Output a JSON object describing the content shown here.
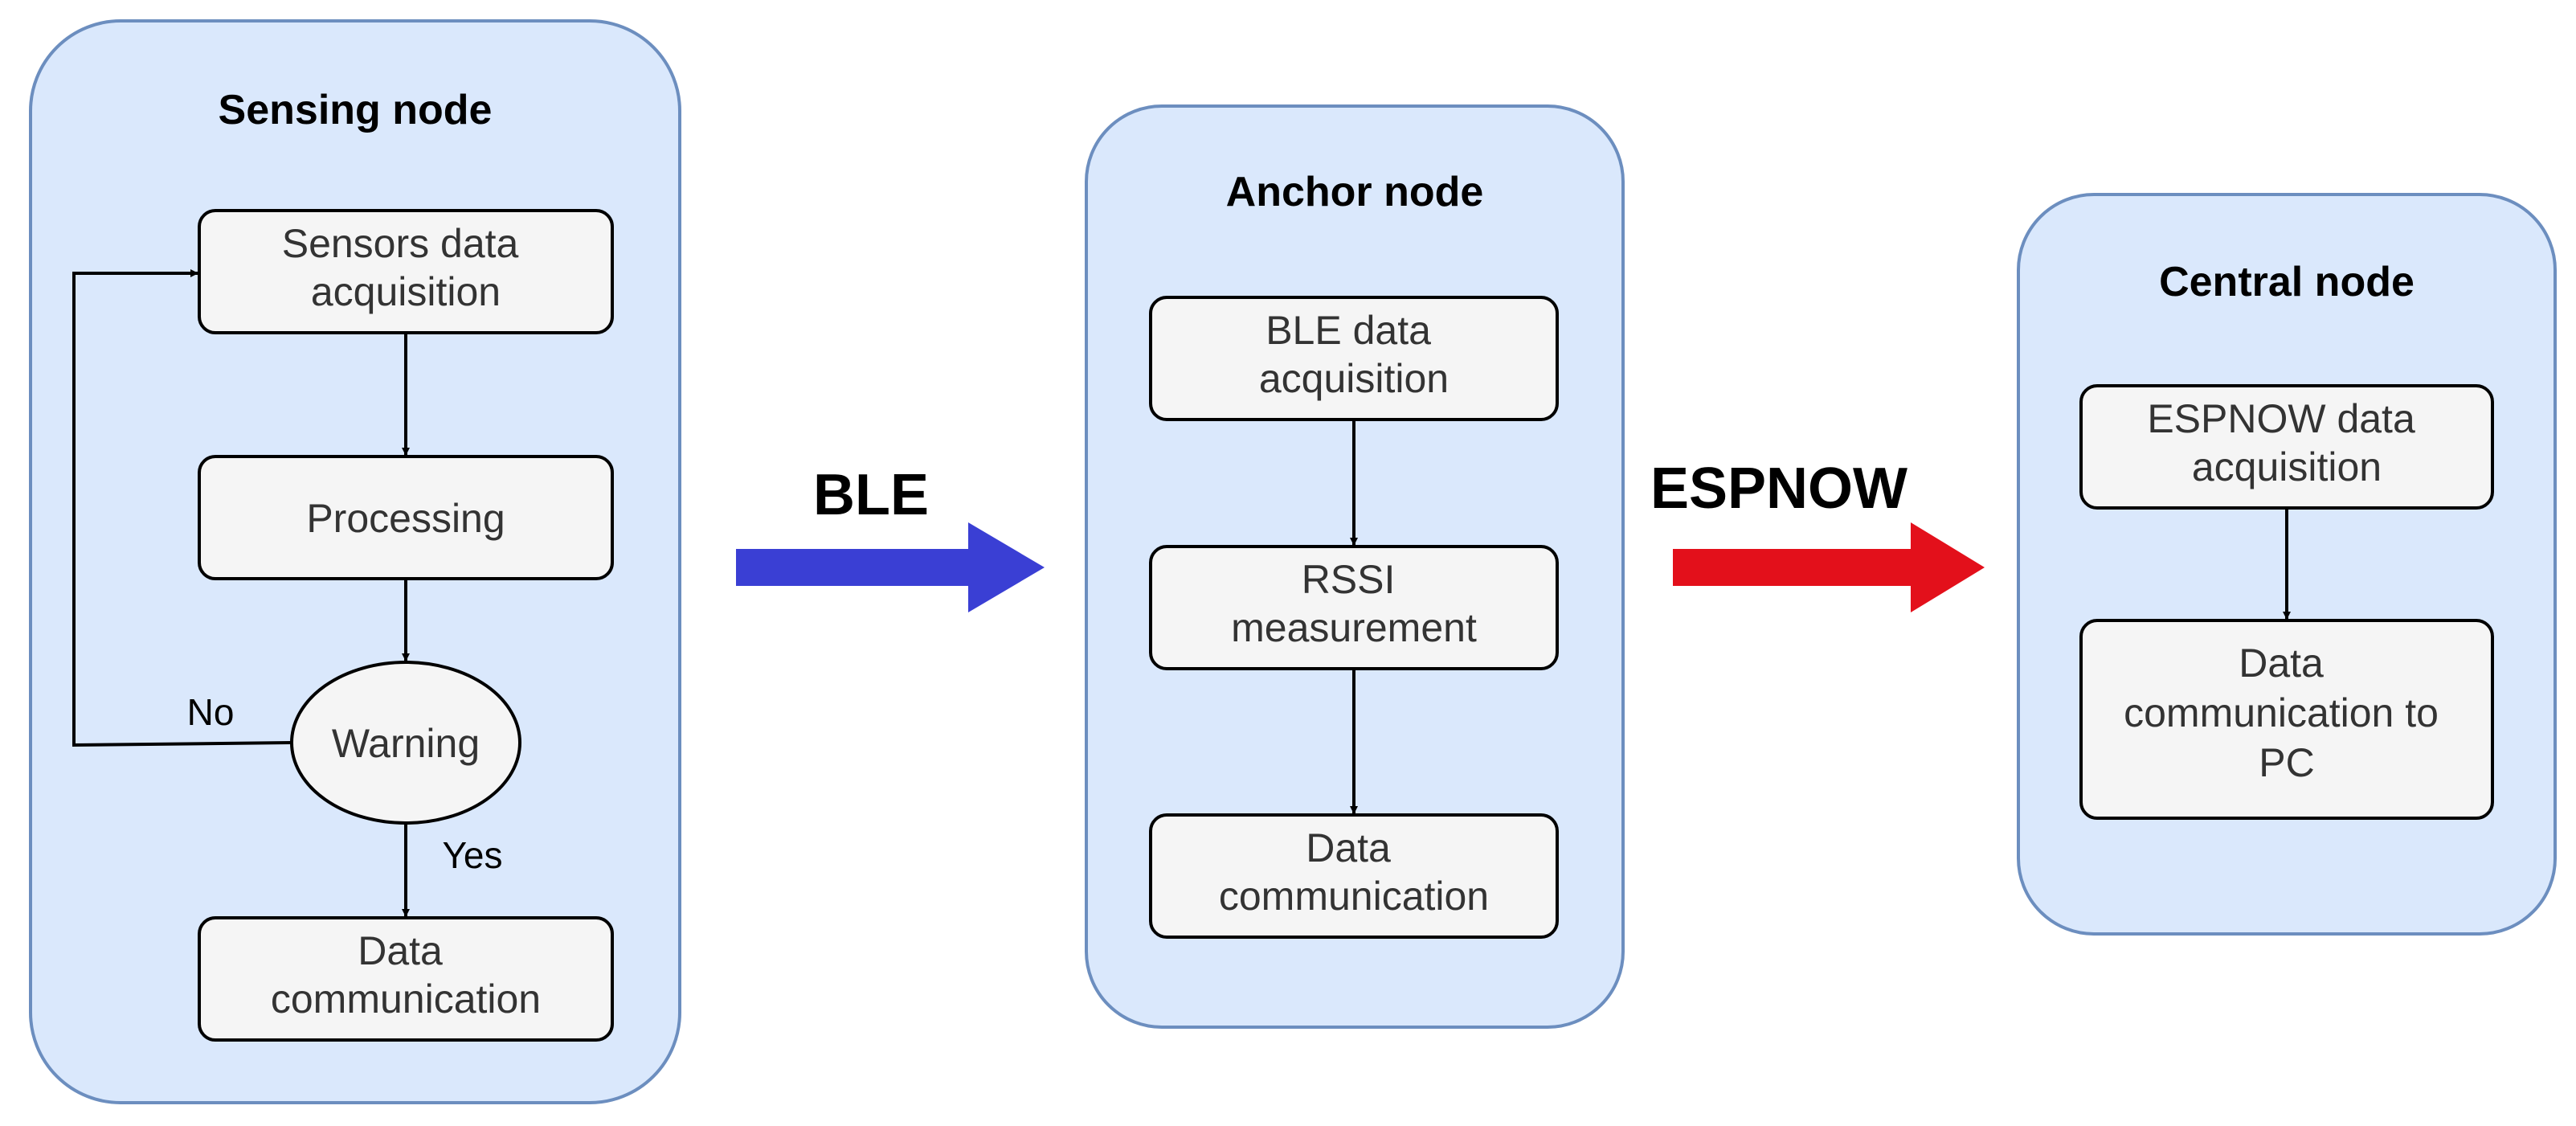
{
  "colors": {
    "panel_fill": "#dae8fc",
    "panel_stroke": "#6c8ebf",
    "step_fill": "#f5f5f5",
    "step_stroke": "#000000",
    "step_text": "#333333",
    "ble_arrow": "#3a3fd4",
    "espnow_arrow": "#e3101b"
  },
  "sensing_node": {
    "title": "Sensing node",
    "step1": [
      "Sensors data",
      "acquisition"
    ],
    "step2": "Processing",
    "decision": "Warning",
    "no_label": "No",
    "yes_label": "Yes",
    "step3": [
      "Data",
      "communication"
    ]
  },
  "links": {
    "ble": "BLE",
    "espnow": "ESPNOW"
  },
  "anchor_node": {
    "title": "Anchor node",
    "step1": [
      "BLE data",
      "acquisition"
    ],
    "step2": [
      "RSSI",
      "measurement"
    ],
    "step3": [
      "Data",
      "communication"
    ]
  },
  "central_node": {
    "title": "Central node",
    "step1": [
      "ESPNOW data",
      "acquisition"
    ],
    "step2": [
      "Data",
      "communication to",
      "PC"
    ]
  }
}
